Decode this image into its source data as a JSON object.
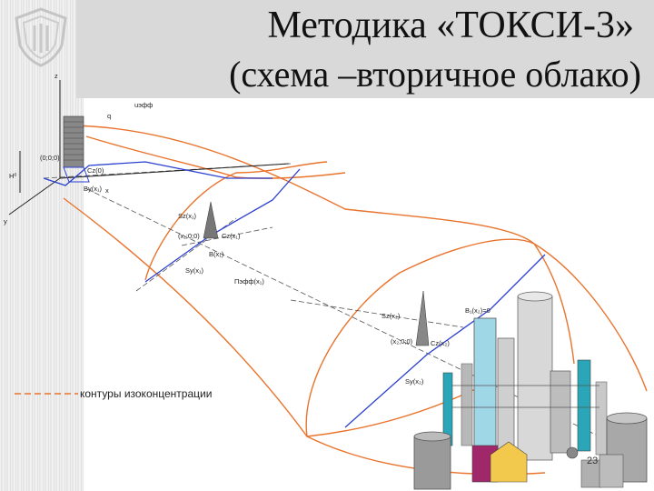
{
  "title": {
    "line1": "Методика «ТОКСИ-3»",
    "line2": "(схема –вторичное облако)"
  },
  "legend": {
    "text": "контуры изоконцентрации"
  },
  "slide_number": "23",
  "labels": {
    "z": "z",
    "q": "q",
    "u_eff": "uэфф",
    "h": "H⁰",
    "y": "y",
    "x": "x",
    "origin": "(0;0;0)",
    "cz_0": "Cz(0)",
    "by_x1": "By(x₁)",
    "sz_x1": "Sz(x₁)",
    "xc_00": "(x₁;0;0)",
    "cz_x1": "Cz(x₁)",
    "b_x1": "B(x₁)",
    "sy_x1": "Sy(x₁)",
    "peff_x1": "Пэфф(x₁)",
    "sz_x2": "Sz(x₂)",
    "b2": "B₁(x₂)=0",
    "x2_00": "(x₂;0;0)",
    "cz_x2": "Cz(x₂)",
    "sy_x2": "Sy(x₂)"
  },
  "colors": {
    "contour": "#e8742e",
    "axis": "#2b3fd0",
    "title_band": "#d9d9d9"
  }
}
